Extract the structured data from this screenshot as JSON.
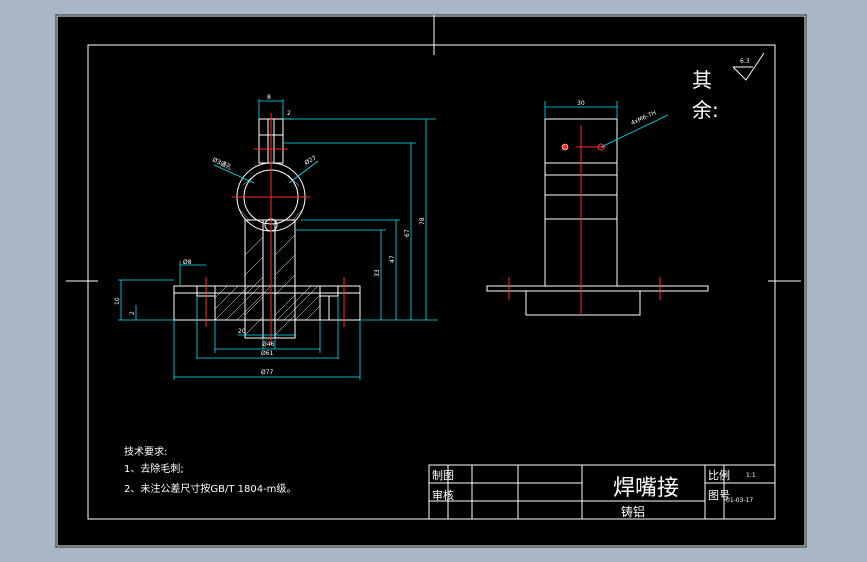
{
  "colors": {
    "background": "#000000",
    "outline": "#ffffff",
    "dimension": "#00e5ff",
    "centerline": "#ff2a2a",
    "app_frame": "#a9b6c5"
  },
  "dimensions": {
    "top_width_8": "8",
    "top_gap_2": "2",
    "phi_hole": "Ø3通孔",
    "phi_inner": "Ø27",
    "h_33": "33",
    "h_47": "47",
    "h_67": "67",
    "h_78": "78",
    "left_10": "10",
    "left_2": "2",
    "counterbore": "Ø8",
    "bore_20": "20",
    "d46": "Ø46",
    "d61": "Ø61",
    "d77": "Ø77",
    "side_width_30": "30",
    "side_thread": "4xM6-7H"
  },
  "roughness": {
    "label": "其余:",
    "symbol_value": "6.3"
  },
  "tech_notes": {
    "heading": "技术要求:",
    "line1": "1、去除毛刺;",
    "line2": "2、未注公差尺寸按GB/T 1804-m级。"
  },
  "title_block": {
    "part_name": "焊嘴接",
    "material": "铸铝",
    "designer_label": "制图",
    "checker_label": "审核",
    "scale_label": "比例",
    "scale_value": "1:1",
    "drawing_no_label": "图号",
    "drawing_no_value": "01-03-17"
  }
}
